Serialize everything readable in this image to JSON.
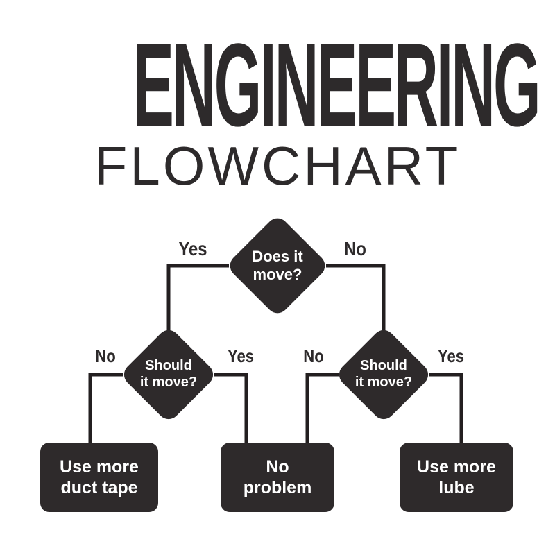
{
  "title": {
    "main": "ENGINEERING",
    "sub": "FLOWCHART"
  },
  "colors": {
    "ink": "#2d2a2b",
    "node_fill": "#2e2a2b",
    "node_text": "#ffffff",
    "line": "#231f20",
    "background": "#ffffff"
  },
  "nodes": {
    "root": {
      "line1": "Does it",
      "line2": "move?"
    },
    "left_decision": {
      "line1": "Should",
      "line2": "it move?"
    },
    "right_decision": {
      "line1": "Should",
      "line2": "it move?"
    },
    "duct_tape": {
      "line1": "Use more",
      "line2": "duct tape"
    },
    "no_problem": {
      "line1": "No",
      "line2": "problem"
    },
    "lube": {
      "line1": "Use more",
      "line2": "lube"
    }
  },
  "edge_labels": {
    "root_yes": "Yes",
    "root_no": "No",
    "left_no": "No",
    "left_yes": "Yes",
    "right_no": "No",
    "right_yes": "Yes"
  },
  "flow": [
    {
      "from": "Does it move?",
      "label": "Yes",
      "to": "Should it move?"
    },
    {
      "from": "Does it move?",
      "label": "No",
      "to": "Should it move?"
    },
    {
      "from": "Should it move? (left)",
      "label": "No",
      "to": "Use more duct tape"
    },
    {
      "from": "Should it move? (left)",
      "label": "Yes",
      "to": "No problem"
    },
    {
      "from": "Should it move? (right)",
      "label": "No",
      "to": "No problem"
    },
    {
      "from": "Should it move? (right)",
      "label": "Yes",
      "to": "Use more lube"
    }
  ]
}
